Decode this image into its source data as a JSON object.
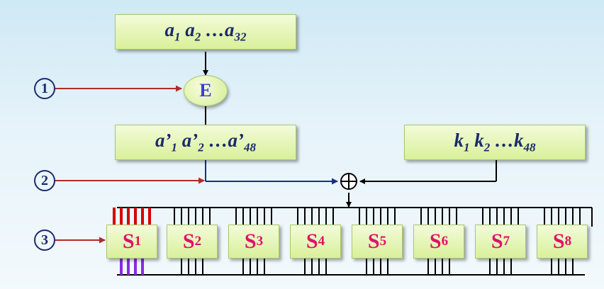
{
  "input_block": {
    "parts": [
      [
        "a",
        "1"
      ],
      [
        "a",
        "2"
      ],
      [
        "…a",
        "32"
      ]
    ]
  },
  "expansion": {
    "label": "E"
  },
  "expanded_block": {
    "parts": [
      [
        "a’",
        "1"
      ],
      [
        "a’",
        "2"
      ],
      [
        "…a’",
        "48"
      ]
    ]
  },
  "key_block": {
    "parts": [
      [
        "k",
        "1"
      ],
      [
        "k",
        "2"
      ],
      [
        "…k",
        "48"
      ]
    ]
  },
  "xor_symbol": "⊕",
  "markers": [
    "1",
    "2",
    "3"
  ],
  "sboxes": [
    {
      "letter": "S",
      "index": "1"
    },
    {
      "letter": "S",
      "index": "2"
    },
    {
      "letter": "S",
      "index": "3"
    },
    {
      "letter": "S",
      "index": "4"
    },
    {
      "letter": "S",
      "index": "5"
    },
    {
      "letter": "S",
      "index": "6"
    },
    {
      "letter": "S",
      "index": "7"
    },
    {
      "letter": "S",
      "index": "8"
    }
  ],
  "colors": {
    "arrow_red": "#b22a2a",
    "line_blue": "#1a2d8a",
    "line_black": "#000000",
    "sbox1_input": "#d60000",
    "sbox1_output": "#8a2be2",
    "sbox_label": "#e0106a",
    "text_navy": "#1b2a6b",
    "e_label": "#3a3fd6"
  }
}
